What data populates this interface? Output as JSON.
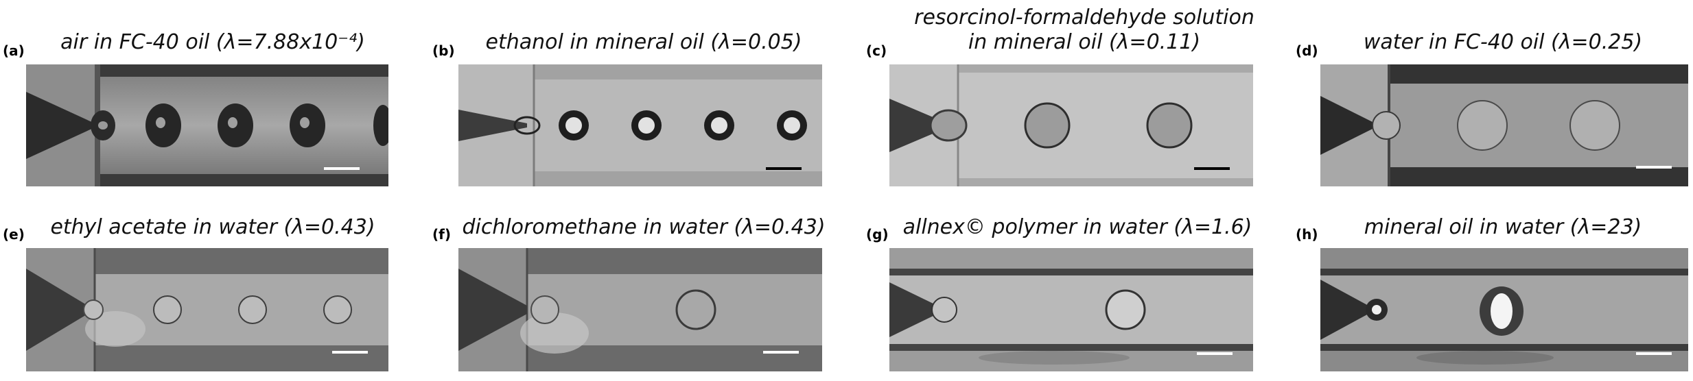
{
  "panels": [
    {
      "letter": "(a)",
      "caption_lines": [
        "air in FC-40 oil  (λ=7.88x10⁻⁴)"
      ],
      "dispersed": "air",
      "continuous": "FC-40 oil",
      "lambda": "7.88x10⁻⁴",
      "scale_bar_color": "#ffffff"
    },
    {
      "letter": "(b)",
      "caption_lines": [
        "ethanol in mineral oil  (λ=0.05)"
      ],
      "dispersed": "ethanol",
      "continuous": "mineral oil",
      "lambda": "0.05",
      "scale_bar_color": "#000000"
    },
    {
      "letter": "(c)",
      "caption_lines": [
        "resorcinol-formaldehyde solution",
        "in mineral oil  (λ=0.11)"
      ],
      "dispersed": "resorcinol-formaldehyde solution",
      "continuous": "mineral oil",
      "lambda": "0.11",
      "scale_bar_color": "#000000"
    },
    {
      "letter": "(d)",
      "caption_lines": [
        "water in FC-40 oil (λ=0.25)"
      ],
      "dispersed": "water",
      "continuous": "FC-40 oil",
      "lambda": "0.25",
      "scale_bar_color": "#ffffff"
    },
    {
      "letter": "(e)",
      "caption_lines": [
        "ethyl acetate in water  (λ=0.43)"
      ],
      "dispersed": "ethyl acetate",
      "continuous": "water",
      "lambda": "0.43",
      "scale_bar_color": "#ffffff"
    },
    {
      "letter": "(f)",
      "caption_lines": [
        "dichloromethane in water  (λ=0.43)"
      ],
      "dispersed": "dichloromethane",
      "continuous": "water",
      "lambda": "0.43",
      "scale_bar_color": "#ffffff"
    },
    {
      "letter": "(g)",
      "caption_lines": [
        "allnex© polymer in water (λ=1.6)"
      ],
      "dispersed": "allnex© polymer",
      "continuous": "water",
      "lambda": "1.6",
      "scale_bar_color": "#ffffff"
    },
    {
      "letter": "(h)",
      "caption_lines": [
        "mineral oil in water  (λ=23)"
      ],
      "dispersed": "mineral oil",
      "continuous": "water",
      "lambda": "23",
      "scale_bar_color": "#ffffff"
    }
  ]
}
